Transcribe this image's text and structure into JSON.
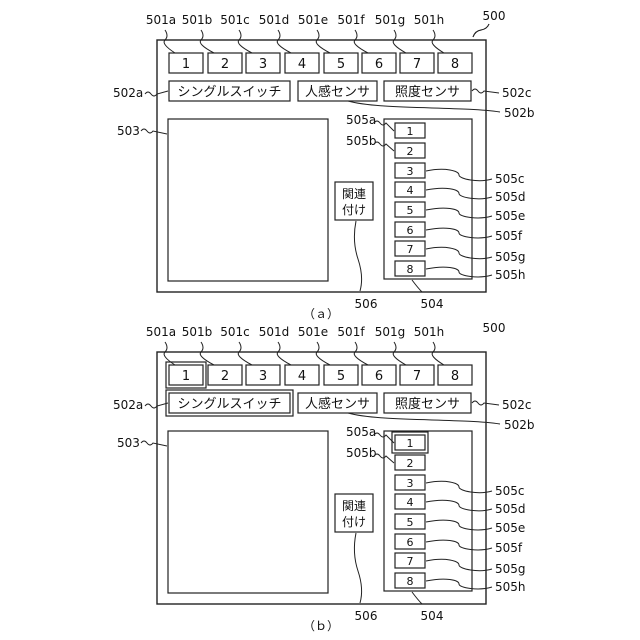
{
  "panels": [
    {
      "caption": "（ａ）",
      "screen_ref": "500",
      "channel_refs": [
        "501a",
        "501b",
        "501c",
        "501d",
        "501e",
        "501f",
        "501g",
        "501h"
      ],
      "channel_buttons": [
        "1",
        "2",
        "3",
        "4",
        "5",
        "6",
        "7",
        "8"
      ],
      "sensor_buttons": [
        "シングルスイッチ",
        "人感センサ",
        "照度センサ"
      ],
      "sensor_refs": [
        "502a",
        "502b",
        "502c"
      ],
      "image_area_ref": "503",
      "list_ref": "504",
      "list_items": [
        "1",
        "2",
        "3",
        "4",
        "5",
        "6",
        "7",
        "8"
      ],
      "list_refs": [
        "505a",
        "505b",
        "505c",
        "505d",
        "505e",
        "505f",
        "505g",
        "505h"
      ],
      "link_button": [
        "関連",
        "付け"
      ],
      "link_ref": "506",
      "selected_channel": null,
      "selected_sensor": null,
      "selected_list_item": null
    },
    {
      "caption": "（ｂ）",
      "screen_ref": "500",
      "channel_refs": [
        "501a",
        "501b",
        "501c",
        "501d",
        "501e",
        "501f",
        "501g",
        "501h"
      ],
      "channel_buttons": [
        "1",
        "2",
        "3",
        "4",
        "5",
        "6",
        "7",
        "8"
      ],
      "sensor_buttons": [
        "シングルスイッチ",
        "人感センサ",
        "照度センサ"
      ],
      "sensor_refs": [
        "502a",
        "502b",
        "502c"
      ],
      "image_area_ref": "503",
      "list_ref": "504",
      "list_items": [
        "1",
        "2",
        "3",
        "4",
        "5",
        "6",
        "7",
        "8"
      ],
      "list_refs": [
        "505a",
        "505b",
        "505c",
        "505d",
        "505e",
        "505f",
        "505g",
        "505h"
      ],
      "link_button": [
        "関連",
        "付け"
      ],
      "link_ref": "506",
      "selected_channel": 0,
      "selected_sensor": 0,
      "selected_list_item": 0
    }
  ]
}
